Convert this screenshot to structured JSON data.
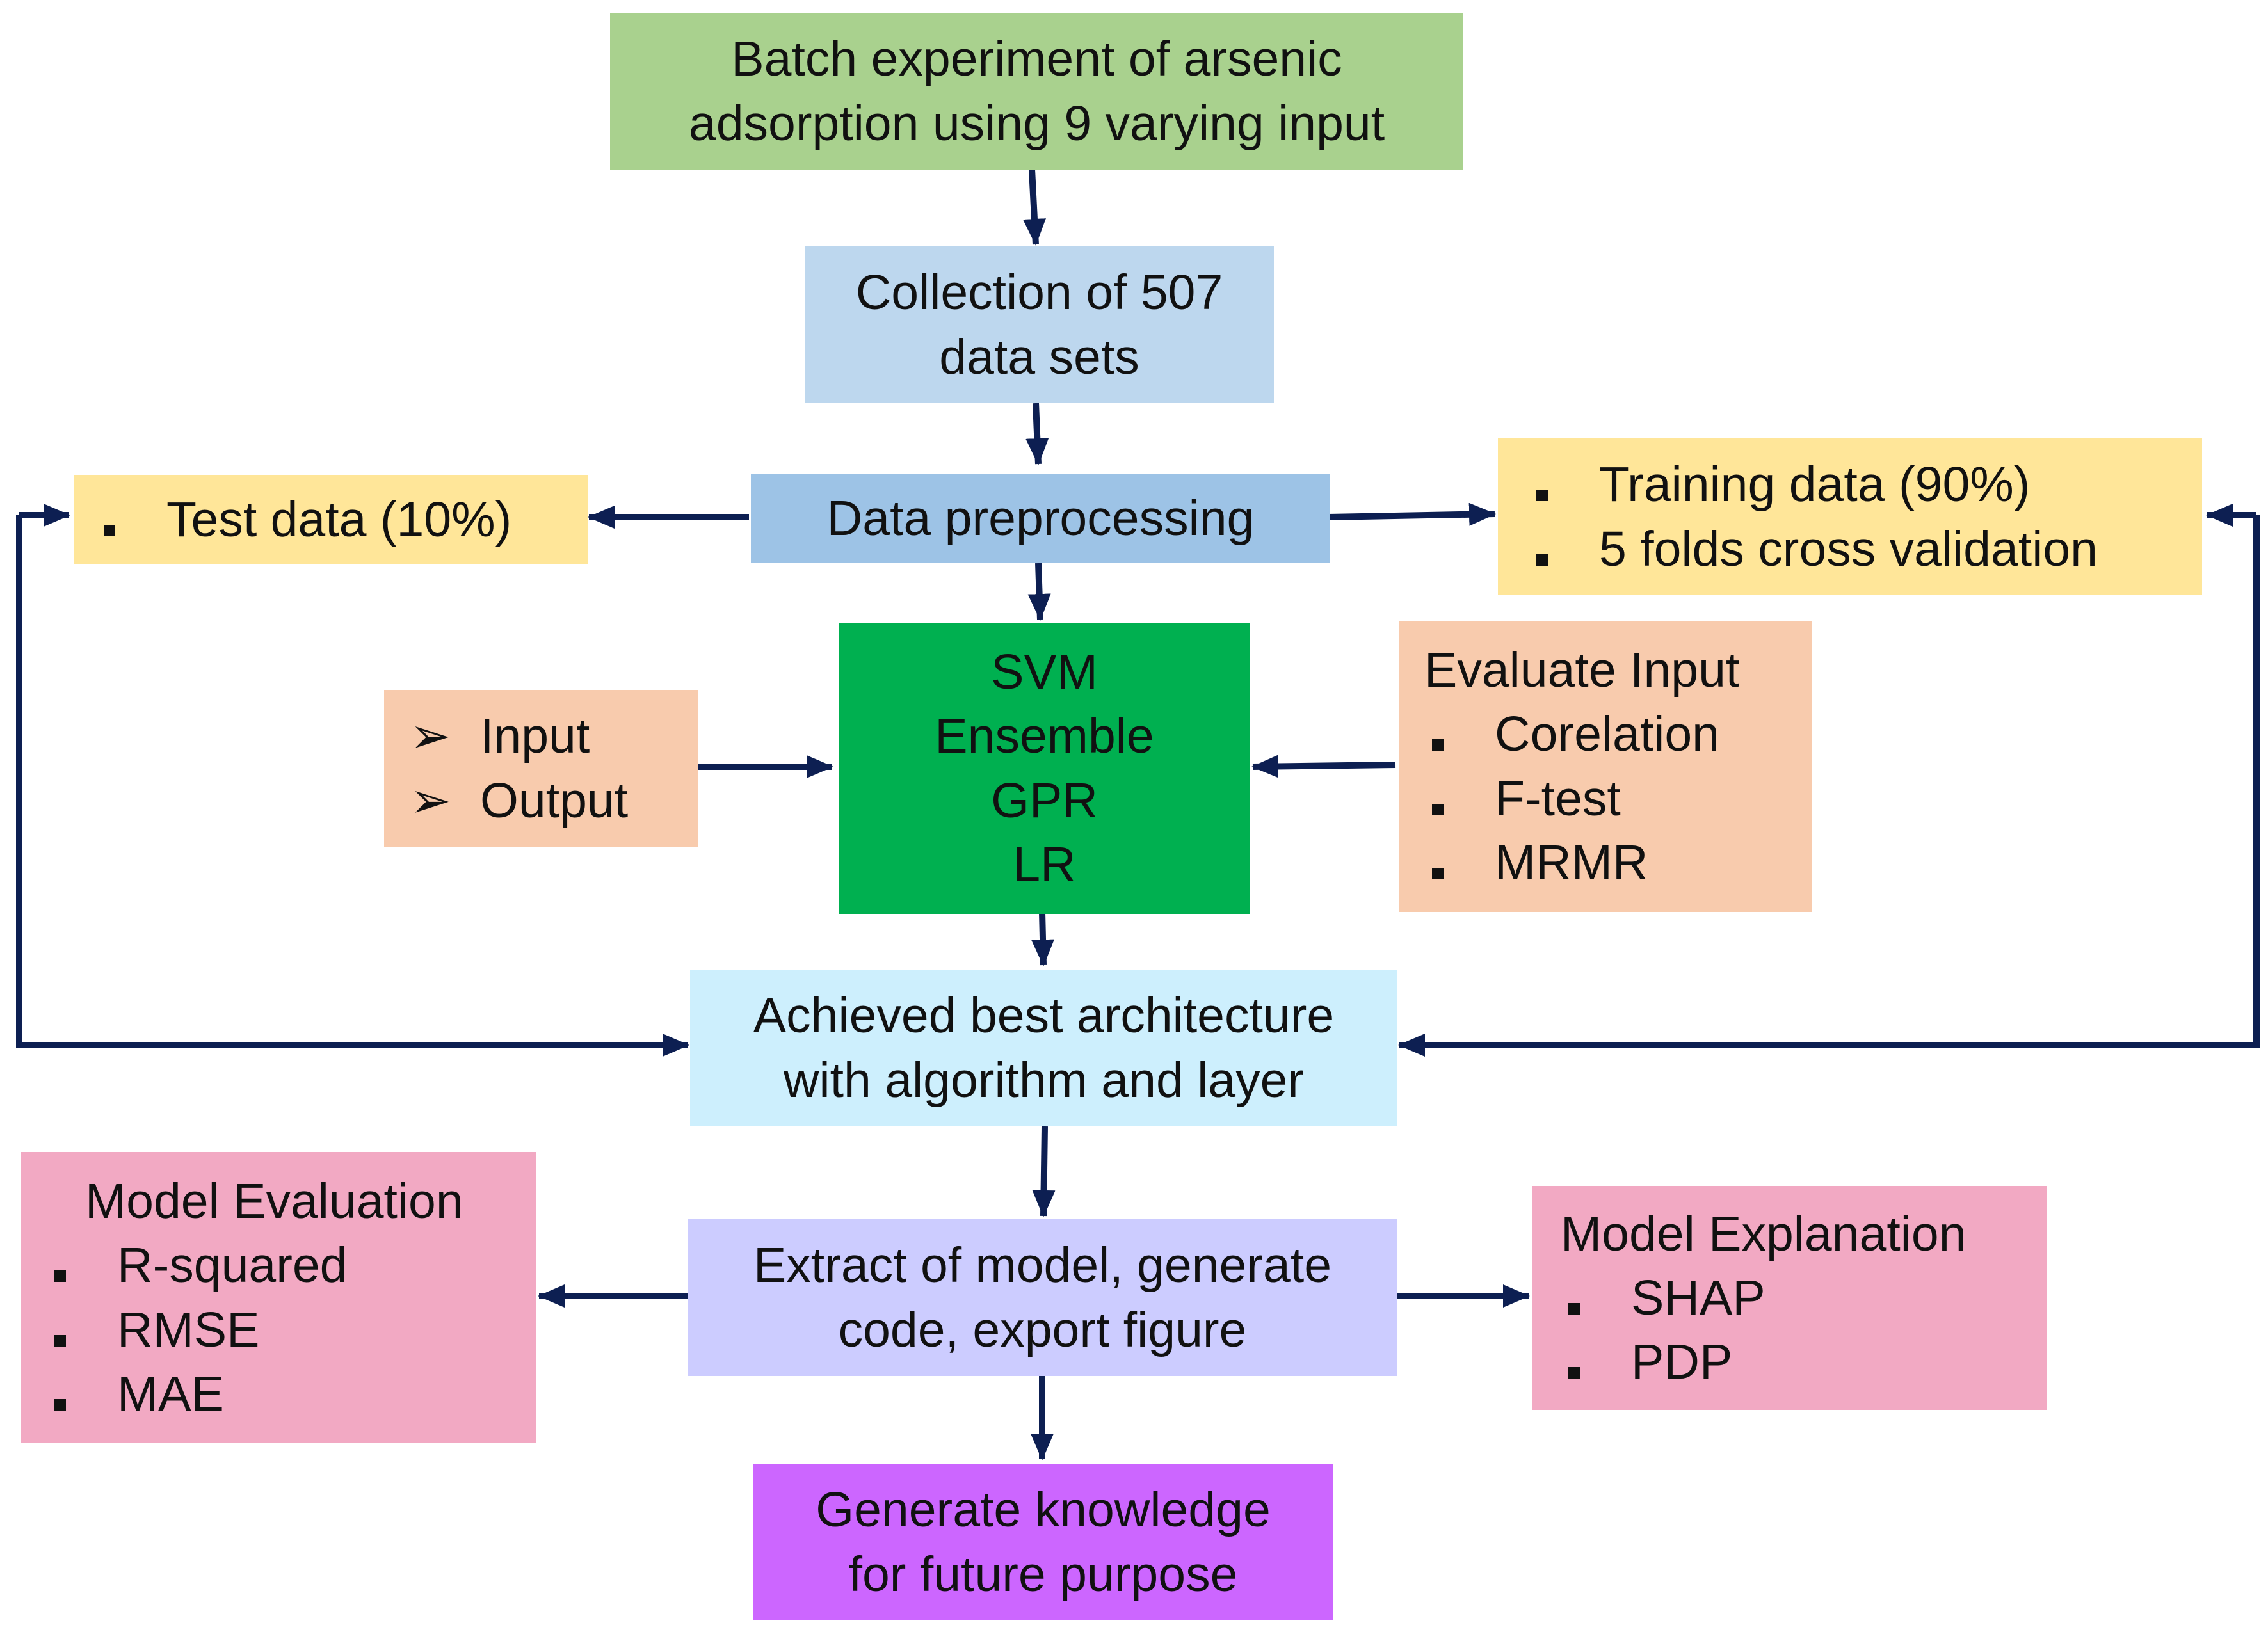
{
  "colors": {
    "arrow": "#0d1f52",
    "batch": "#a9d18e",
    "collection": "#bdd7ee",
    "preprocessing": "#9dc3e6",
    "split": "#ffe699",
    "io": "#f8cbad",
    "models": "#00b050",
    "best": "#cdeffd",
    "extract": "#ccccff",
    "evaluation": "#f2a9c3",
    "knowledge": "#cc66ff"
  },
  "boxes": {
    "batch": {
      "lines": [
        "Batch experiment of arsenic",
        "adsorption using 9 varying input"
      ]
    },
    "collection": {
      "lines": [
        "Collection of 507",
        "data sets"
      ]
    },
    "preprocessing": {
      "lines": [
        "Data preprocessing"
      ]
    },
    "test_data": {
      "items": [
        "Test data (10%)"
      ]
    },
    "training_data": {
      "items": [
        "Training data (90%)",
        "5 folds cross validation"
      ]
    },
    "io": {
      "items": [
        "Input",
        "Output"
      ]
    },
    "models": {
      "lines": [
        "SVM",
        "Ensemble",
        "GPR",
        "LR"
      ]
    },
    "evaluate_input": {
      "title": "Evaluate Input",
      "items": [
        "Corelation",
        "F-test",
        "MRMR"
      ]
    },
    "best": {
      "lines": [
        "Achieved best architecture",
        "with algorithm and layer"
      ]
    },
    "model_evaluation": {
      "title": "Model Evaluation",
      "items": [
        "R-squared",
        "RMSE",
        "MAE"
      ]
    },
    "extract": {
      "lines": [
        "Extract of model, generate",
        "code, export figure"
      ]
    },
    "model_explanation": {
      "title": "Model Explanation",
      "items": [
        "SHAP",
        "PDP"
      ]
    },
    "knowledge": {
      "lines": [
        "Generate knowledge",
        "for future purpose"
      ]
    }
  }
}
